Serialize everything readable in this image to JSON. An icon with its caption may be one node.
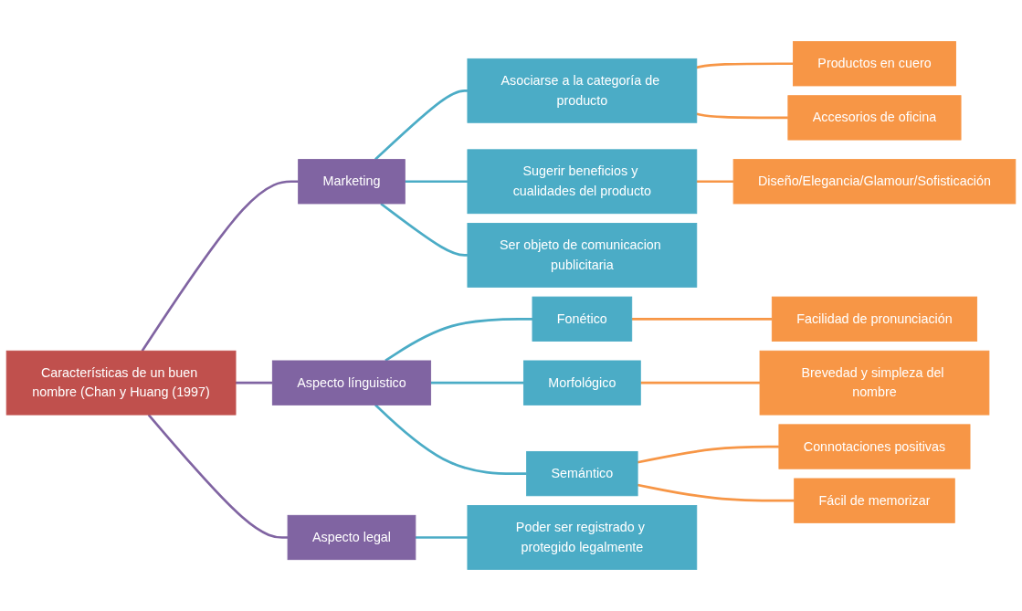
{
  "diagram": {
    "nodes": [
      {
        "text": [
          "Características de un buen nombre (Chan y Huang (1997)"
        ]
      },
      {
        "text": [
          "Marketing"
        ]
      },
      {
        "text": [
          "Asociarse a la categoría de producto"
        ]
      },
      {
        "text": [
          "Productos en cuero"
        ]
      },
      {
        "text": [
          "Accesorios de oficina"
        ]
      },
      {
        "text": [
          "Sugerir beneficios y cualidades del producto"
        ]
      },
      {
        "text": [
          "Diseño/Elegancia/Glamour/Sofisticación"
        ]
      },
      {
        "text": [
          "Ser objeto de comunicacion publicitaria"
        ]
      },
      {
        "text": [
          "Aspecto línguistico"
        ]
      },
      {
        "text": [
          "Fonético"
        ]
      },
      {
        "text": [
          "Facilidad de pronunciación"
        ]
      },
      {
        "text": [
          "Morfológico"
        ]
      },
      {
        "text": [
          "Brevedad y simpleza del nombre"
        ]
      },
      {
        "text": [
          "Semántico"
        ]
      },
      {
        "text": [
          "Connotaciones positivas"
        ]
      },
      {
        "text": [
          "Fácil de memorizar"
        ]
      },
      {
        "text": [
          "Aspecto legal"
        ]
      },
      {
        "text": [
          "Poder ser registrado y protegido legalmente"
        ]
      }
    ],
    "edges": [
      {
        "from": 0,
        "to": 1,
        "arrow": "none",
        "color": "#8064a2"
      },
      {
        "from": 1,
        "to": 2,
        "arrow": "none"
      },
      {
        "from": 2,
        "to": 3,
        "arrow": "none",
        "color": "#f79646"
      },
      {
        "from": 2,
        "to": 4,
        "arrow": "none",
        "color": "#f79646"
      },
      {
        "from": 1,
        "to": 5,
        "arrow": "none"
      },
      {
        "from": 5,
        "to": 6,
        "arrow": "none",
        "color": "#f79646"
      },
      {
        "from": 1,
        "to": 7,
        "arrow": "none"
      },
      {
        "from": 0,
        "to": 8,
        "arrow": "none",
        "color": "#8064a2"
      },
      {
        "from": 8,
        "to": 9,
        "arrow": "none"
      },
      {
        "from": 9,
        "to": 10,
        "arrow": "none",
        "color": "#f79646"
      },
      {
        "from": 8,
        "to": 11,
        "arrow": "none"
      },
      {
        "from": 11,
        "to": 12,
        "arrow": "none",
        "color": "#f79646"
      },
      {
        "from": 8,
        "to": 13,
        "arrow": "none"
      },
      {
        "from": 13,
        "to": 14,
        "arrow": "none",
        "color": "#f79646"
      },
      {
        "from": 13,
        "to": 15,
        "arrow": "none",
        "color": "#f79646"
      },
      {
        "from": 0,
        "to": 16,
        "arrow": "none",
        "color": "#8064a2"
      },
      {
        "from": 16,
        "to": 17,
        "arrow": "none"
      }
    ]
  }
}
